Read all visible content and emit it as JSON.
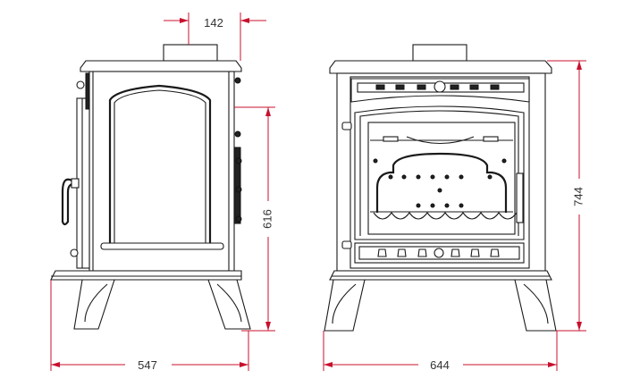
{
  "dimensions": {
    "flue_offset": "142",
    "side_height": "616",
    "depth": "547",
    "total_height": "744",
    "width": "644"
  },
  "colors": {
    "dimension_line": "#c8102e",
    "drawing_line": "#1a1a1a"
  }
}
